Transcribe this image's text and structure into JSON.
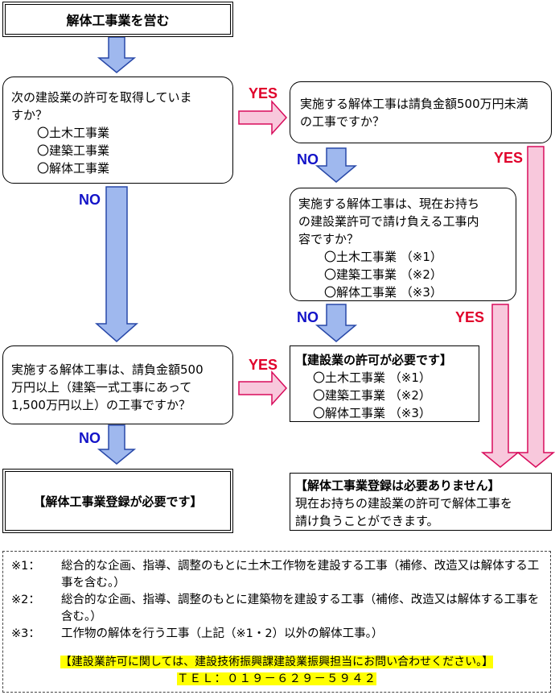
{
  "start": {
    "title": "解体工事業を営む"
  },
  "q1": {
    "lines": [
      "次の建設業の許可を取得していま",
      "すか？"
    ],
    "items": [
      "〇土木工事業",
      "〇建築工事業",
      "〇解体工事業"
    ]
  },
  "q2": {
    "lines": [
      "実施する解体工事は請負金額500万円未満",
      "の工事ですか？"
    ]
  },
  "q3": {
    "lines": [
      "実施する解体工事は、現在お持ち",
      "の建設業許可で請け負える工事内",
      "容ですか？"
    ],
    "items": [
      "〇土木工事業 （※1）",
      "〇建築工事業 （※2）",
      "〇解体工事業 （※3）"
    ]
  },
  "q4": {
    "lines": [
      "実施する解体工事は、請負金額500",
      "万円以上（建築一式工事にあって",
      "1,500万円以上）の工事ですか？"
    ]
  },
  "r_permit": {
    "title": "【建設業の許可が必要です】",
    "items": [
      "〇土木工事業 （※1）",
      "〇建築工事業 （※2）",
      "〇解体工事業 （※3）"
    ]
  },
  "r_register": {
    "title": "【解体工事業登録が必要です】"
  },
  "r_none": {
    "title": "【解体工事業登録は必要ありません】",
    "lines": [
      "現在お持ちの建設業の許可で解体工事を",
      "請け負うことができます。"
    ]
  },
  "labels": {
    "yes": "YES",
    "no": "NO"
  },
  "notes": [
    {
      "key": "※1：",
      "text": "総合的な企画、指導、調整のもとに土木工作物を建設する工事（補修、改造又は解体する工事を含む。）"
    },
    {
      "key": "※2：",
      "text": "総合的な企画、指導、調整のもとに建築物を建設する工事（補修、改造又は解体する工事を含む。）"
    },
    {
      "key": "※3：",
      "text": "工作物の解体を行う工事（上記（※1・2）以外の解体工事。）"
    }
  ],
  "contact": {
    "line1": "【建設業許可に関しては、建設技術振興課建設業振興担当にお問い合わせください。】",
    "line2": "ＴＥＬ：０１９－６２９－５９４２"
  },
  "colors": {
    "blue_arrow": "#9fb8ee",
    "pink_arrow": "#f8c8dc",
    "no_label": "#1313c8",
    "yes_label": "#e0002a",
    "highlight": "#ffff00"
  }
}
